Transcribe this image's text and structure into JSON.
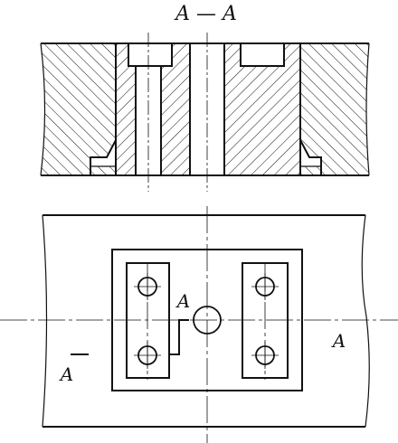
{
  "section_title": "A — A",
  "labels": {
    "cut_left": "A",
    "cut_right": "A",
    "cut_center": "A"
  },
  "colors": {
    "line": "#111111",
    "background": "#ffffff"
  }
}
